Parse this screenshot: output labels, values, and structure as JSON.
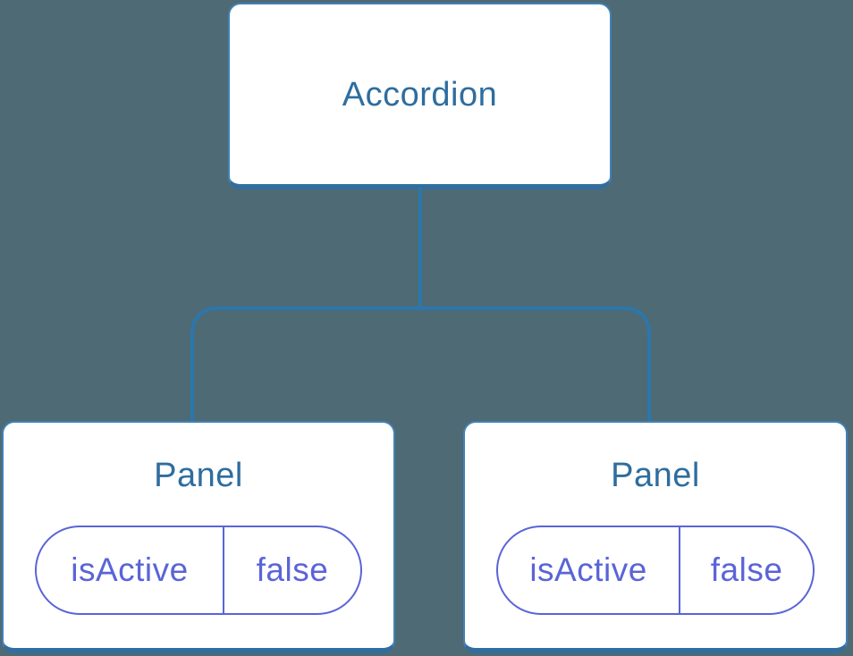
{
  "tree": {
    "root": {
      "label": "Accordion"
    },
    "children": [
      {
        "label": "Panel",
        "state": {
          "key": "isActive",
          "value": "false"
        }
      },
      {
        "label": "Panel",
        "state": {
          "key": "isActive",
          "value": "false"
        }
      }
    ]
  },
  "colors": {
    "background": "#4e6a74",
    "connector": "#2b77ad",
    "node_border": "#4181b6",
    "node_border_bottom": "#326d9f",
    "node_fill": "#ffffff",
    "node_label": "#2e6d9f",
    "state": "#5a64d8"
  }
}
